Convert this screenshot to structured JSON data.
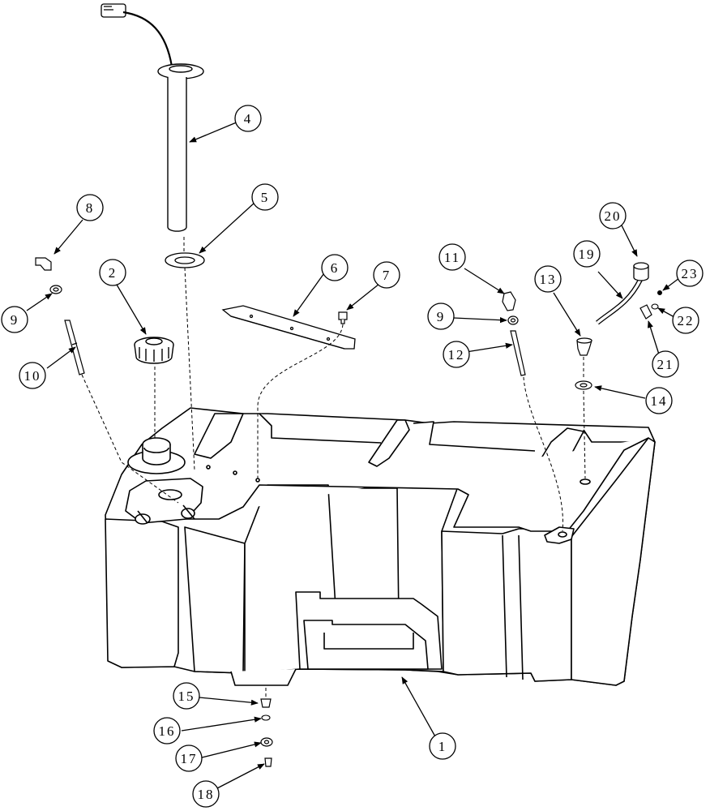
{
  "callouts": [
    {
      "id": "c1",
      "label": "1"
    },
    {
      "id": "c2",
      "label": "2"
    },
    {
      "id": "c4",
      "label": "4"
    },
    {
      "id": "c5",
      "label": "5"
    },
    {
      "id": "c6",
      "label": "6"
    },
    {
      "id": "c7",
      "label": "7"
    },
    {
      "id": "c8",
      "label": "8"
    },
    {
      "id": "c9a",
      "label": "9"
    },
    {
      "id": "c10",
      "label": "10"
    },
    {
      "id": "c11",
      "label": "11"
    },
    {
      "id": "c9b",
      "label": "9"
    },
    {
      "id": "c12",
      "label": "12"
    },
    {
      "id": "c13",
      "label": "13"
    },
    {
      "id": "c14",
      "label": "14"
    },
    {
      "id": "c15",
      "label": "15"
    },
    {
      "id": "c16",
      "label": "16"
    },
    {
      "id": "c17",
      "label": "17"
    },
    {
      "id": "c18",
      "label": "18"
    },
    {
      "id": "c19",
      "label": "19"
    },
    {
      "id": "c20",
      "label": "20"
    },
    {
      "id": "c21",
      "label": "21"
    },
    {
      "id": "c22",
      "label": "22"
    },
    {
      "id": "c23",
      "label": "23"
    }
  ]
}
